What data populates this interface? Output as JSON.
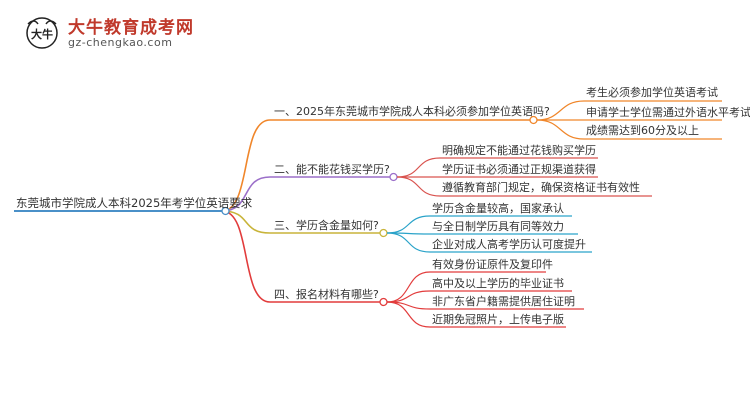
{
  "brand": {
    "title": "大牛教育成考网",
    "url": "gz-chengkao.com",
    "logo_icon": "bull-mascot-icon",
    "logo_text": "大牛"
  },
  "root": {
    "label": "东莞城市学院成人本科2025年考学位英语要求",
    "color": "#4a90c8"
  },
  "branches": [
    {
      "label": "一、2025年东莞城市学院成人本科必须参加学位英语吗?",
      "color": "#f0862a",
      "children": [
        "考生必须参加学位英语考试",
        "申请学士学位需通过外语水平考试",
        "成绩需达到60分及以上"
      ]
    },
    {
      "label": "二、能不能花钱买学历?",
      "color": "#9b6fc9",
      "children": [
        "明确规定不能通过花钱购买学历",
        "学历证书必须通过正规渠道获得",
        "遵循教育部门规定，确保资格证书有效性"
      ]
    },
    {
      "label": "三、学历含金量如何?",
      "color": "#c8b43a",
      "children": [
        "学历含金量较高，国家承认",
        "与全日制学历具有同等效力",
        "企业对成人高考学历认可度提升"
      ]
    },
    {
      "label": "四、报名材料有哪些?",
      "color": "#e23c3c",
      "children": [
        "有效身份证原件及复印件",
        "高中及以上学历的毕业证书",
        "非广东省户籍需提供居住证明",
        "近期免冠照片，上传电子版"
      ]
    }
  ],
  "child_colors": [
    [
      "#f0862a",
      "#f0862a",
      "#f0862a"
    ],
    [
      "#d9534f",
      "#d9534f",
      "#d9534f"
    ],
    [
      "#2aa3c9",
      "#2aa3c9",
      "#2aa3c9"
    ],
    [
      "#e23c3c",
      "#e23c3c",
      "#e23c3c",
      "#e23c3c"
    ]
  ]
}
